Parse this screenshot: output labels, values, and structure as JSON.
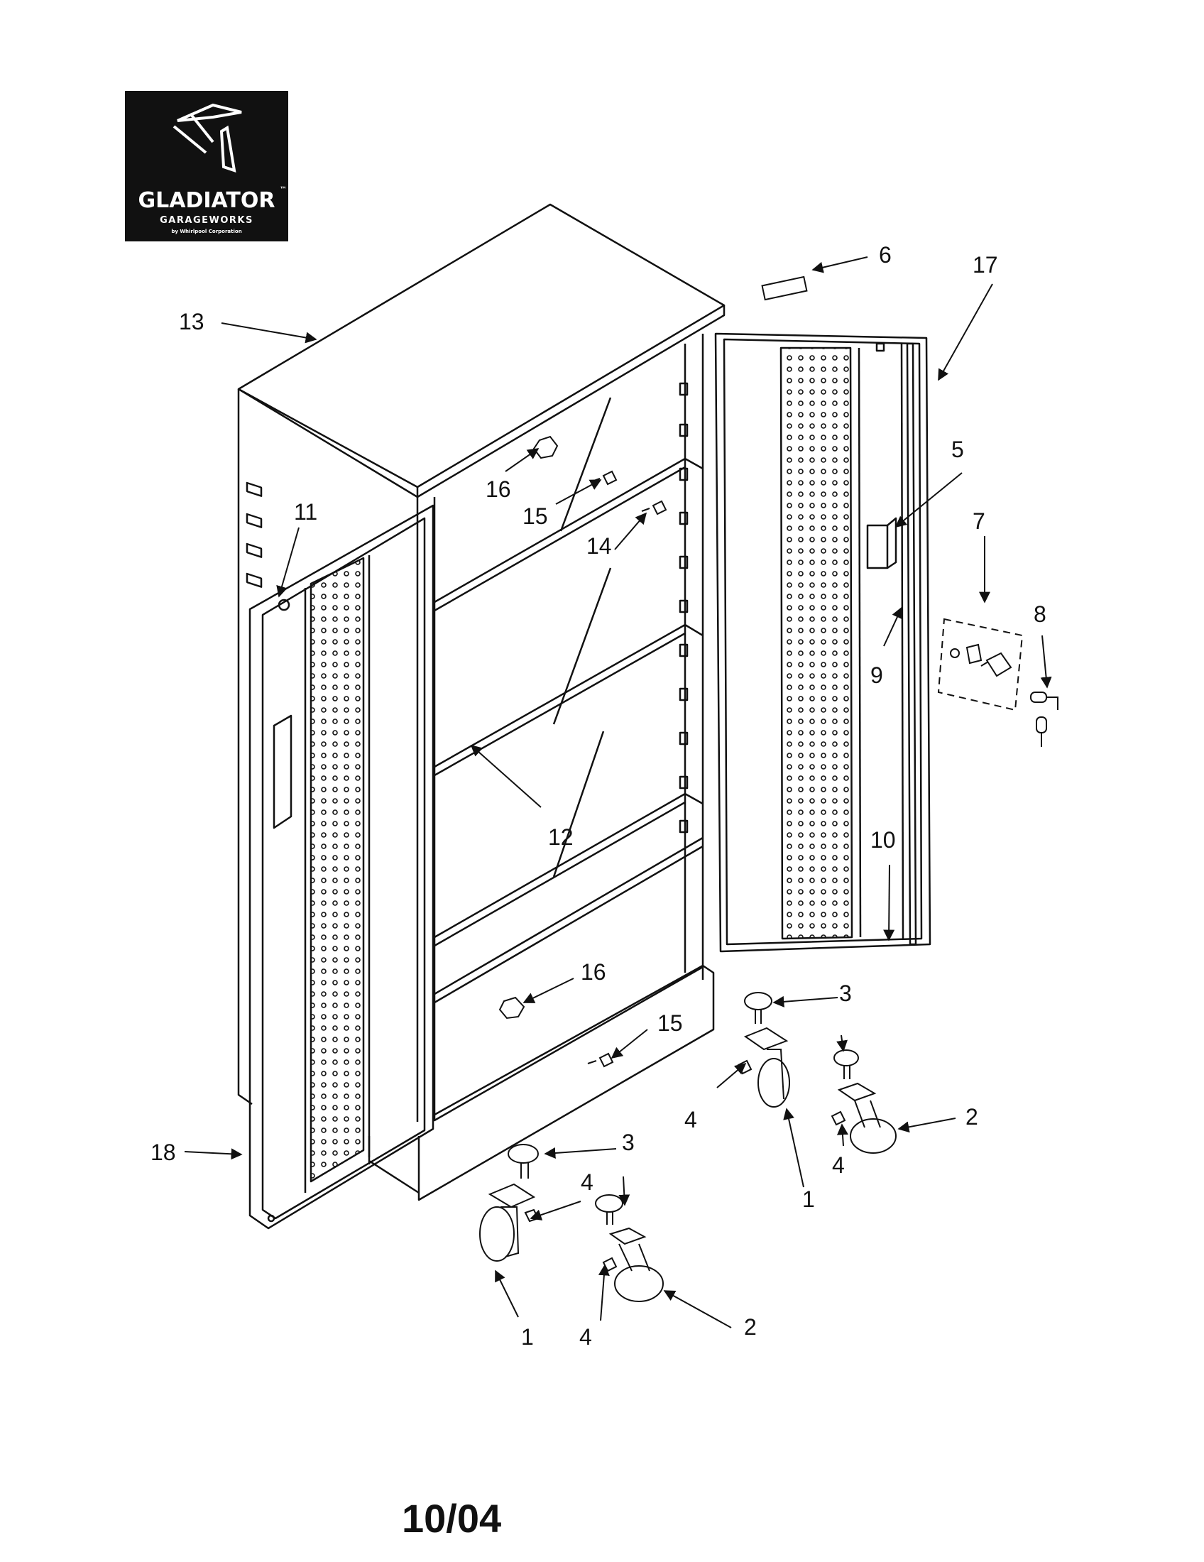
{
  "logo": {
    "brand": "GLADIATOR",
    "tm": "™",
    "sub": "GARAGEWORKS",
    "byline": "by Whirlpool Corporation"
  },
  "callouts": [
    "1",
    "2",
    "3",
    "4",
    "5",
    "6",
    "7",
    "8",
    "9",
    "10",
    "11",
    "12",
    "13",
    "14",
    "15",
    "16",
    "17",
    "18"
  ],
  "date_code": "10/04"
}
